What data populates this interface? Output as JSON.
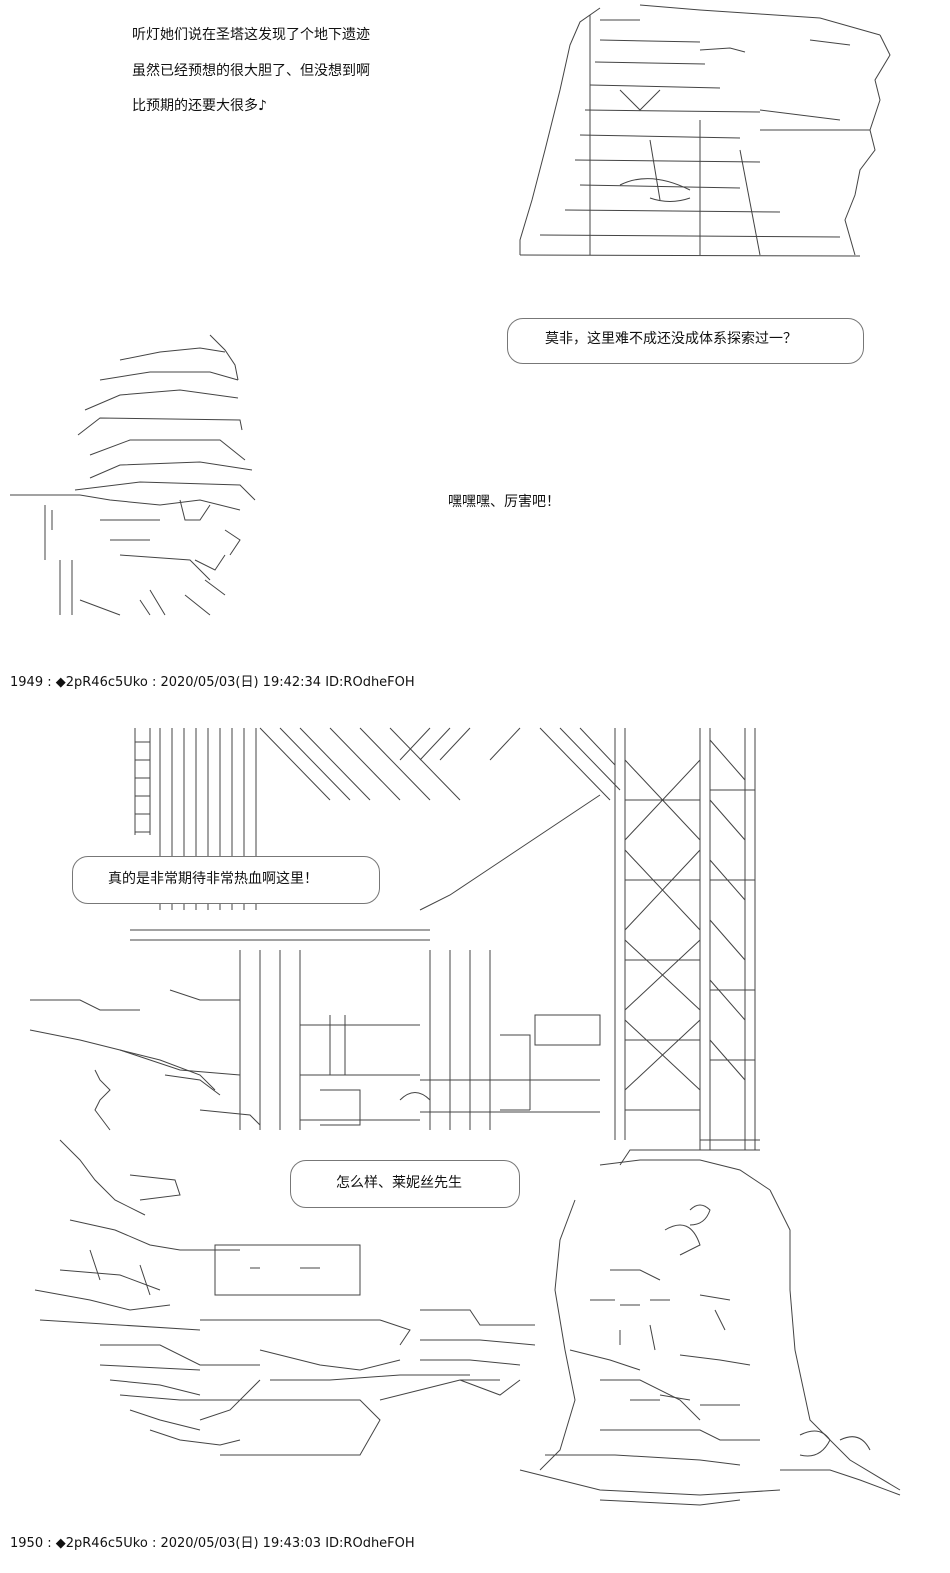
{
  "post1": {
    "narration": [
      "听灯她们说在圣塔这发现了个地下遗迹",
      "虽然已经预想的很大胆了、但没想到啊",
      "比预期的还要大很多♪"
    ],
    "speech_bubble": "莫非，这里难不成还没成体系探索过一？",
    "exclaim": "嘿嘿嘿、厉害吧！"
  },
  "post1_meta": {
    "number": "1949",
    "diamond": "◆",
    "trip": "2pR46c5Uko",
    "datetime": "2020/05/03(日) 19:42:34",
    "id": "ID:ROdheFOH"
  },
  "post2": {
    "speech_bubble_1": "真的是非常期待非常热血啊这里！",
    "speech_bubble_2": "怎么样、莱妮丝先生"
  },
  "post2_meta": {
    "number": "1950",
    "diamond": "◆",
    "trip": "2pR46c5Uko",
    "datetime": "2020/05/03(日) 19:43:03",
    "id": "ID:ROdheFOH"
  },
  "separator": " : "
}
